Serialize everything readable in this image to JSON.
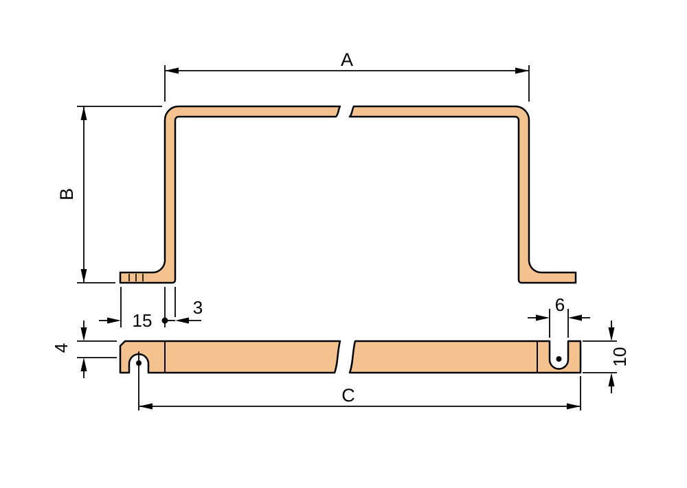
{
  "labels": {
    "A": "A",
    "B": "B",
    "C": "C",
    "n15": "15",
    "n3": "3",
    "n6": "6",
    "n4": "4",
    "n10": "10"
  },
  "colors": {
    "part_fill": "#f3c28e",
    "line": "#000000",
    "background": "#ffffff"
  }
}
